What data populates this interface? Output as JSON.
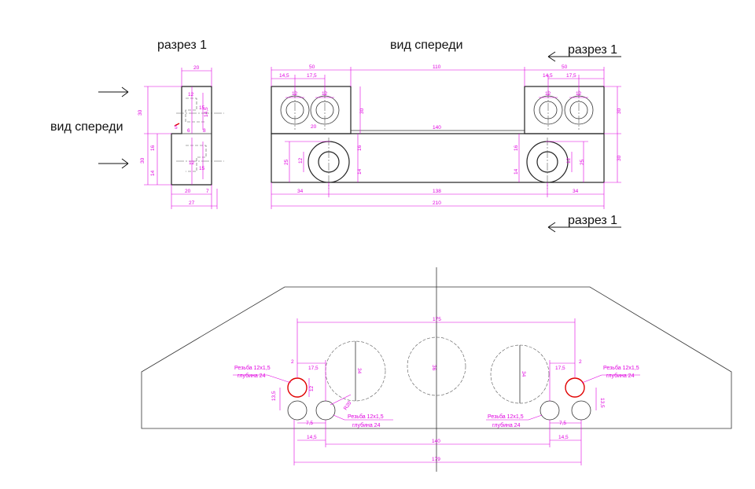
{
  "colors": {
    "object_lines": "#222222",
    "dimension_lines": "#e000e0",
    "highlight": "#e00000",
    "background": "#ffffff"
  },
  "labels": {
    "section_title": "разрез  1",
    "front_title": "вид спереди",
    "side_label": "вид спереди",
    "section_arrow_top": "разрез 1",
    "section_arrow_bottom": "разрез 1"
  },
  "section_view_dims": {
    "top_width": "20",
    "bottom_width_a": "20",
    "bottom_width_b": "7",
    "overall_width": "27",
    "height_top": "30",
    "height_bottom": "30",
    "h_upper": "14,5",
    "h_mid": "16",
    "h_lower": "14",
    "hole_a": "12",
    "hole_b": "12",
    "hole_c": "15",
    "hole_d": "15",
    "offset_a": "6",
    "offset_b": "5",
    "offset_c": "8"
  },
  "front_view_dims": {
    "left_block_width": "50",
    "middle_span": "110",
    "right_block_width": "50",
    "left_pitch_a": "14,5",
    "left_pitch_b": "17,5",
    "right_pitch_a": "14,5",
    "right_pitch_b": "17,5",
    "hole_dia_a": "12",
    "hole_dia_b": "12",
    "hole_dia_c": "12",
    "hole_dia_d": "12",
    "block_height_left": "30",
    "block_height_right": "30",
    "gap_20": "20",
    "inner_140": "140",
    "side_16_left": "16",
    "side_16_right": "16",
    "side_14_left": "14",
    "side_14_right": "14",
    "dia_25_left": "25",
    "dia_25_right": "25",
    "inner_12_left": "12",
    "inner_12_right": "12",
    "right_30": "30",
    "right_30_b": "30",
    "bottom_left": "34",
    "bottom_mid": "138",
    "bottom_right": "34",
    "overall": "210"
  },
  "bottom_view": {
    "top_span": "175",
    "bottom_span_140": "140",
    "bottom_span_179": "179",
    "big_circle_left": "34",
    "big_circle_mid": "36",
    "big_circle_right": "34",
    "left_2": "2",
    "right_2": "2",
    "left_17_5": "17,5",
    "right_17_5": "17,5",
    "left_13_5": "13,5",
    "right_13_5": "13,5",
    "left_7_5": "7,5",
    "right_7_5": "7,5",
    "left_14_5": "14,5",
    "right_14_5": "14,5",
    "left_12": "12",
    "left_small_r": "R20",
    "note_left_thread": "Резьба 12x1,5",
    "note_left_depth": "глубина 24",
    "note_mid_thread": "Резьба 12x1,5",
    "note_mid_depth": "глубина 24",
    "note_right_thread": "Резьба 12x1,5",
    "note_right_depth": "глубина 24",
    "note_rmid_thread": "Резьба 12x1,5",
    "note_rmid_depth": "глубина 24"
  }
}
